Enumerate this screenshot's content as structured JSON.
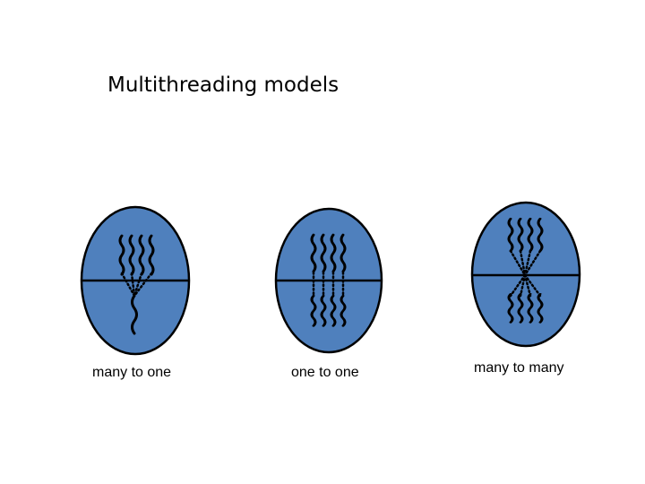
{
  "title": "Multithreading models",
  "models": [
    {
      "label": "many to one"
    },
    {
      "label": "one to one"
    },
    {
      "label": "many to many"
    }
  ],
  "colors": {
    "process_fill": "#4f80bd",
    "outline": "#000000",
    "background": "#ffffff"
  }
}
